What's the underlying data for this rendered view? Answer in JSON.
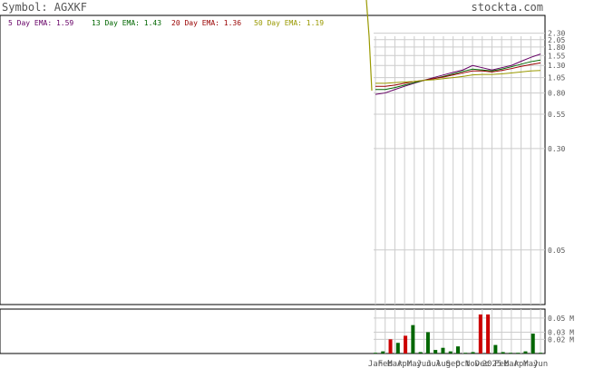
{
  "header": {
    "symbol_label": "Symbol: AGXKF",
    "brand": "stockta.com"
  },
  "legend": [
    {
      "text": "5 Day EMA: 1.59",
      "color": "#660066"
    },
    {
      "text": "13 Day EMA: 1.43",
      "color": "#006600"
    },
    {
      "text": "20 Day EMA: 1.36",
      "color": "#990000"
    },
    {
      "text": "50 Day EMA: 1.19",
      "color": "#999900"
    }
  ],
  "colors": {
    "text": "#555555",
    "grid": "#cccccc",
    "frame": "#000000",
    "up_volume": "#006600",
    "down_volume": "#cc0000",
    "price_spike": "#999900"
  },
  "chart_data": [
    {
      "type": "line",
      "scale": "log",
      "ylim": [
        0.02,
        3.0
      ],
      "y_ticks": [
        2.3,
        2.05,
        1.8,
        1.55,
        1.3,
        1.05,
        0.8,
        0.55,
        0.3,
        0.05
      ],
      "y_tick_labels": [
        "2.30",
        "2.05",
        "1.80",
        "1.55",
        "1.30",
        "1.05",
        "0.80",
        "0.55",
        "0.30",
        "0.05"
      ],
      "x_tick_labels": [
        "Jan",
        "Feb",
        "Mar",
        "Apr",
        "May",
        "Jun",
        "Jul",
        "Aug",
        "Sep",
        "Oct",
        "Nov",
        "Dec",
        "2025",
        "Feb",
        "Mar",
        "Apr",
        "May",
        "Jun"
      ],
      "grid": true,
      "series": [
        {
          "name": "5 Day EMA",
          "values": [
            0.78,
            0.8,
            0.85,
            0.9,
            0.95,
            1.0,
            1.05,
            1.1,
            1.15,
            1.2,
            1.3,
            1.25,
            1.2,
            1.25,
            1.3,
            1.4,
            1.5,
            1.59
          ]
        },
        {
          "name": "13 Day EMA",
          "values": [
            0.85,
            0.85,
            0.88,
            0.92,
            0.96,
            1.0,
            1.03,
            1.07,
            1.12,
            1.17,
            1.22,
            1.2,
            1.18,
            1.22,
            1.27,
            1.33,
            1.39,
            1.43
          ]
        },
        {
          "name": "20 Day EMA",
          "values": [
            0.9,
            0.9,
            0.92,
            0.95,
            0.98,
            1.0,
            1.03,
            1.06,
            1.1,
            1.14,
            1.18,
            1.18,
            1.16,
            1.19,
            1.23,
            1.28,
            1.32,
            1.36
          ]
        },
        {
          "name": "50 Day EMA",
          "values": [
            0.95,
            0.95,
            0.96,
            0.97,
            0.98,
            1.0,
            1.01,
            1.03,
            1.05,
            1.07,
            1.1,
            1.11,
            1.11,
            1.12,
            1.14,
            1.16,
            1.18,
            1.19
          ]
        }
      ]
    },
    {
      "type": "bar",
      "ylim": [
        0,
        0.06
      ],
      "y_ticks": [
        0.05,
        0.03,
        0.02
      ],
      "y_tick_labels": [
        "0.05 M",
        "0.03 M",
        "0.02 M"
      ],
      "values": [
        0.001,
        0.003,
        0.02,
        0.015,
        0.025,
        0.04,
        0.002,
        0.03,
        0.005,
        0.008,
        0.003,
        0.01,
        0.001,
        0.002,
        0.055,
        0.055,
        0.012,
        0.002,
        0.001,
        0.001,
        0.003,
        0.028,
        0.001
      ],
      "down": [
        false,
        false,
        true,
        false,
        true,
        false,
        false,
        false,
        false,
        false,
        false,
        false,
        false,
        false,
        true,
        true,
        false,
        false,
        false,
        false,
        false,
        false,
        false
      ]
    }
  ]
}
